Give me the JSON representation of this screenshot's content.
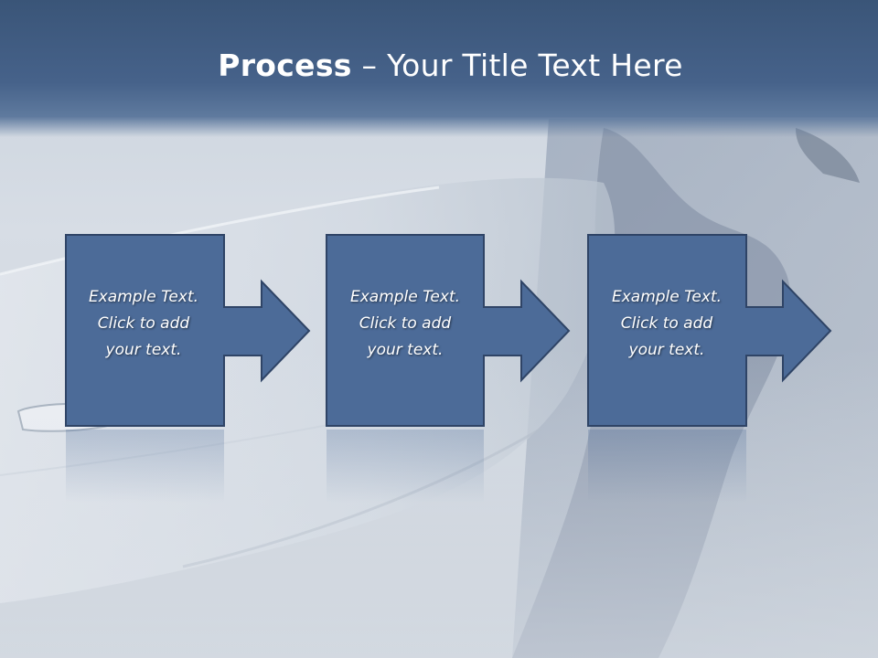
{
  "title": {
    "bold": "Process",
    "rest": " – Your Title Text Here"
  },
  "steps": [
    {
      "line1": "Example Text.",
      "line2": "Click  to add",
      "line3": "your text."
    },
    {
      "line1": "Example Text.",
      "line2": "Click  to add",
      "line3": "your text."
    },
    {
      "line1": "Example Text.",
      "line2": "Click  to add",
      "line3": "your text."
    }
  ],
  "colors": {
    "header": "#3a5578",
    "box_fill": "#4c6b98",
    "box_border": "#2f4466",
    "text": "#ffffff"
  },
  "icons": [
    "right-arrow-icon"
  ]
}
